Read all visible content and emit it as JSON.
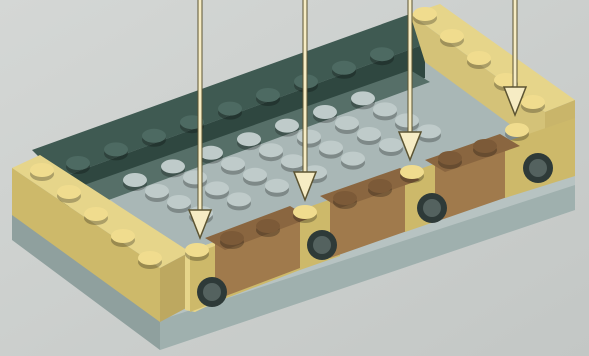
{
  "scene": {
    "description_hidden": "",
    "colors": {
      "background": "#c9ccca",
      "background_light": "#dfe1e0",
      "yellow_brick": "#e6d58a",
      "yellow_brick_side": "#cdb96a",
      "yellow_stud": "#f0dc8e",
      "dark_green": "#3f5a52",
      "dark_green_side": "#2f4740",
      "dark_stud": "#4d6a62",
      "light_grey_plate": "#a9b7b6",
      "light_grey_stud": "#bfcbca",
      "brown_brick": "#a07a4c",
      "brown_brick_side": "#8a6640",
      "brown_stud": "#7c5a38",
      "axle_hole": "#2e3a38",
      "arrow": "#f6ecc4",
      "arrow_outline": "#5c5432",
      "base_edge": "#8fa09e"
    },
    "arrows": [
      {
        "name": "arrow-1",
        "target": "brown-brick-left"
      },
      {
        "name": "arrow-2",
        "target": "brown-brick-mid-1"
      },
      {
        "name": "arrow-3",
        "target": "brown-brick-mid-2"
      },
      {
        "name": "arrow-4",
        "target": "yellow-brick-right"
      }
    ],
    "icons": [
      "arrow-down-icon",
      "technic-hole-icon"
    ]
  }
}
